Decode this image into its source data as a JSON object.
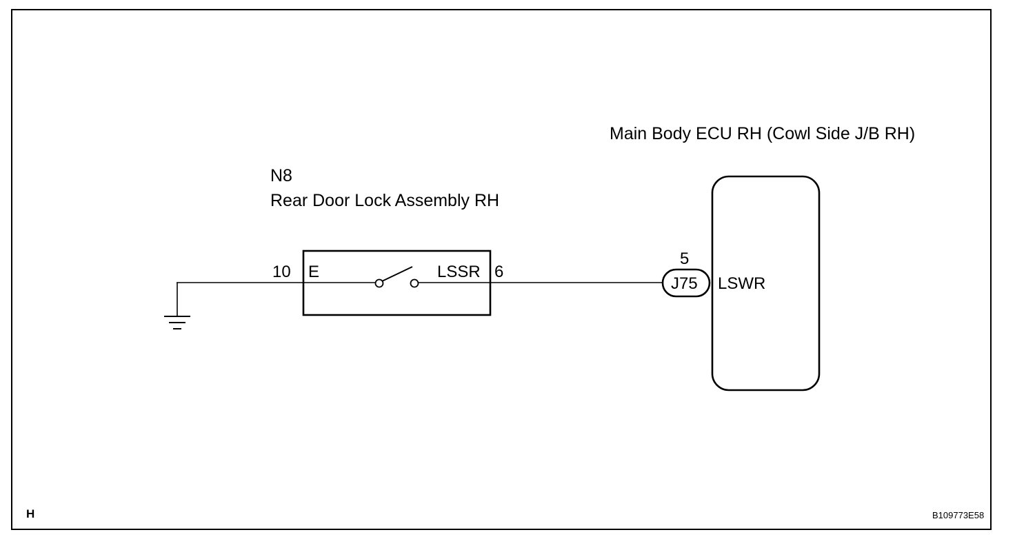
{
  "components": {
    "main_body_ecu": {
      "label": "Main Body ECU RH (Cowl Side J/B RH)",
      "terminal": "LSWR",
      "connector": "J75",
      "pin": "5"
    },
    "rear_door_lock": {
      "code": "N8",
      "label": "Rear Door Lock Assembly RH",
      "left_terminal": "E",
      "left_pin": "10",
      "right_terminal": "LSSR",
      "right_pin": "6"
    }
  },
  "footer": {
    "code_left": "H",
    "code_right": "B109773E58"
  }
}
